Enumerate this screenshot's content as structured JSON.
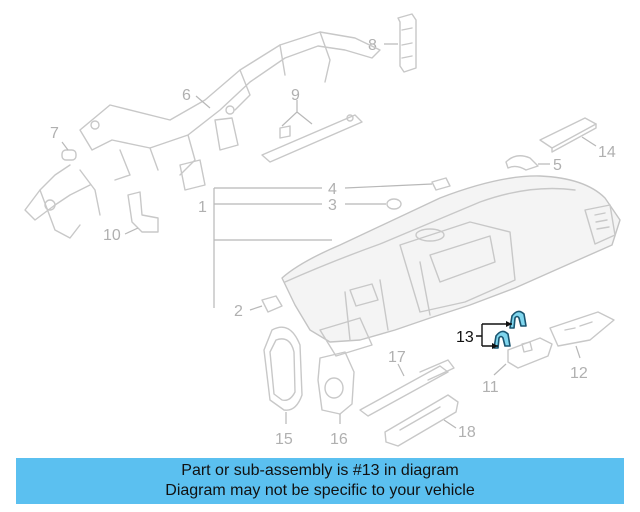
{
  "diagram": {
    "callouts": {
      "c1": "1",
      "c2": "2",
      "c3": "3",
      "c4": "4",
      "c5": "5",
      "c6": "6",
      "c7": "7",
      "c8": "8",
      "c9": "9",
      "c10": "10",
      "c11": "11",
      "c12": "12",
      "c13": "13",
      "c14": "14",
      "c15": "15",
      "c16": "16",
      "c17": "17",
      "c18": "18"
    },
    "highlighted_part": "13"
  },
  "banner": {
    "line1": "Part or sub-assembly is #13 in diagram",
    "line2": "Diagram may not be specific to your vehicle"
  },
  "colors": {
    "banner_bg": "#5bc0f0",
    "highlight_fill": "#7fd6ee",
    "part_line": "#c8c8c8"
  }
}
